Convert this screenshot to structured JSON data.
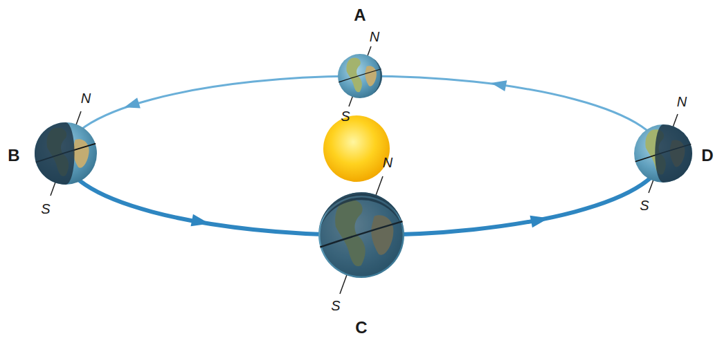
{
  "diagram": {
    "labels": [
      "A",
      "N",
      "S",
      "B",
      "N",
      "S",
      "N",
      "S",
      "C",
      "N",
      "S",
      "D"
    ]
  }
}
